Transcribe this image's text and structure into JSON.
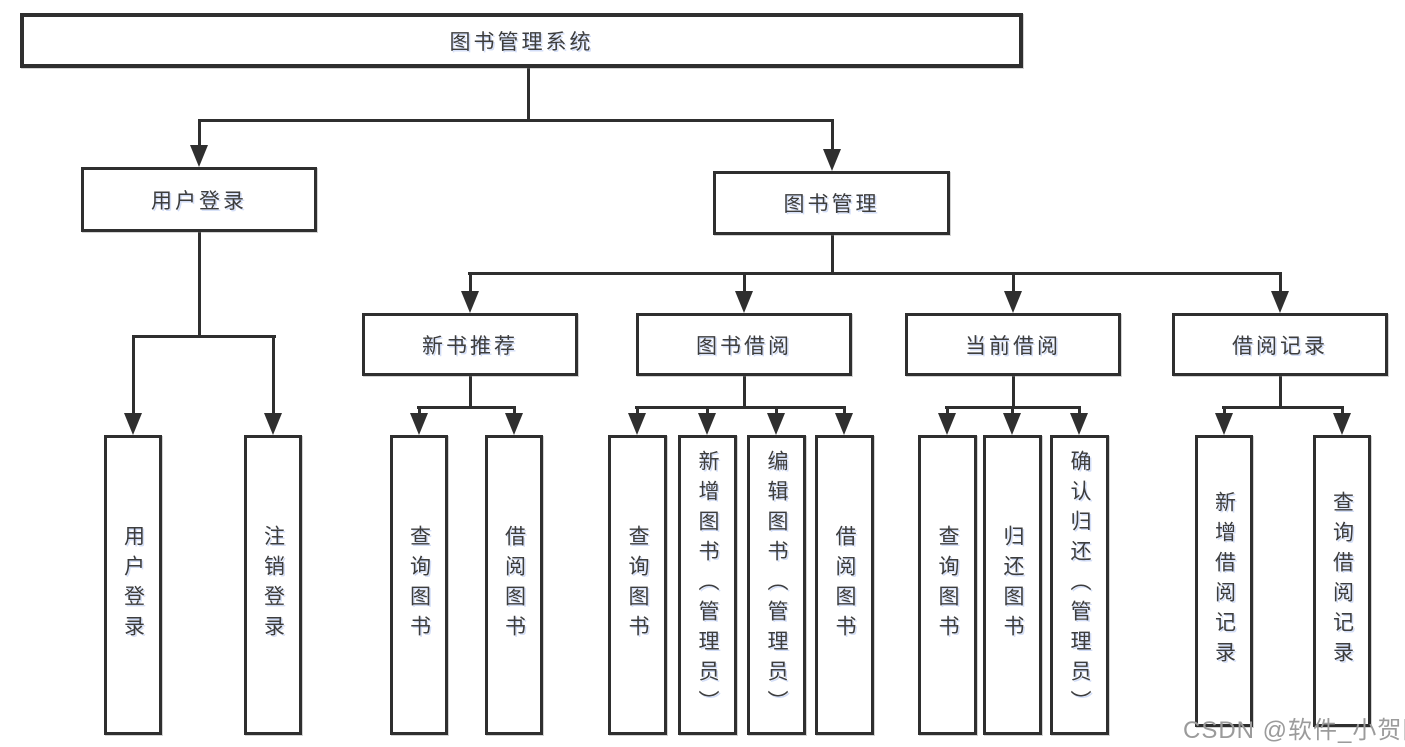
{
  "root": {
    "label": "图书管理系统"
  },
  "level2": {
    "user_login": {
      "label": "用户登录"
    },
    "book_management": {
      "label": "图书管理"
    }
  },
  "level3": {
    "new_book_recommend": {
      "label": "新书推荐"
    },
    "book_borrow": {
      "label": "图书借阅"
    },
    "current_borrow": {
      "label": "当前借阅"
    },
    "borrow_records": {
      "label": "借阅记录"
    }
  },
  "level4": {
    "user_login": "用户登录",
    "logout_login": "注销登录",
    "nb_query_books": "查询图书",
    "nb_borrow_books": "借阅图书",
    "bb_query_books": "查询图书",
    "bb_add_books": "新增图书（管理员）",
    "bb_edit_books": "编辑图书（管理员）",
    "bb_borrow_books": "借阅图书",
    "cb_query_books": "查询图书",
    "cb_return_books": "归还图书",
    "cb_confirm_return": "确认归还（管理员）",
    "br_add_record": "新增借阅记录",
    "br_query_record": "查询借阅记录"
  },
  "watermark": "CSDN @软件_小贺同学",
  "colors": {
    "line": "#2f2f2f",
    "text": "#3d3d3d",
    "background": "#ffffff",
    "watermark": "#9b9b9b"
  }
}
